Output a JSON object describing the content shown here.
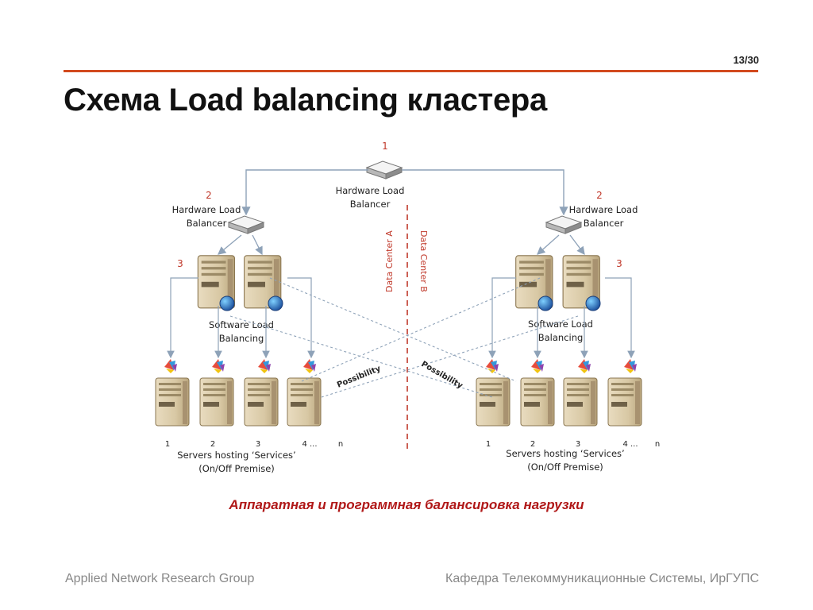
{
  "slide": {
    "page_number": "13/30",
    "title": "Схема Load balancing кластера",
    "caption": "Аппаратная и программная балансировка нагрузки",
    "footer_left": "Applied Network Research Group",
    "footer_right": "Кафедра Телекоммуникационные Системы, ИрГУПС",
    "accent_color": "#d24a1e",
    "caption_color": "#b01818"
  },
  "diagram": {
    "top_balancer": {
      "number": "1",
      "label_line1": "Hardware Load",
      "label_line2": "Balancer"
    },
    "data_center_a": "Data Center A",
    "data_center_b": "Data Center B",
    "left": {
      "balancer_number": "2",
      "balancer_line1": "Hardware Load",
      "balancer_line2": "Balancer",
      "software_number": "3",
      "software_line1": "Software Load",
      "software_line2": "Balancing",
      "server_numbers": [
        "1",
        "2",
        "3",
        "4 ...",
        "n"
      ],
      "servers_line1": "Servers hosting ‘Services’",
      "servers_line2": "(On/Off Premise)",
      "possibility": "Possibility"
    },
    "right": {
      "balancer_number": "2",
      "balancer_line1": "Hardware Load",
      "balancer_line2": "Balancer",
      "software_number": "3",
      "software_line1": "Software Load",
      "software_line2": "Balancing",
      "server_numbers": [
        "1",
        "2",
        "3",
        "4 ...",
        "n"
      ],
      "servers_line1": "Servers hosting ‘Services’",
      "servers_line2": "(On/Off Premise)",
      "possibility": "Possibility"
    }
  }
}
